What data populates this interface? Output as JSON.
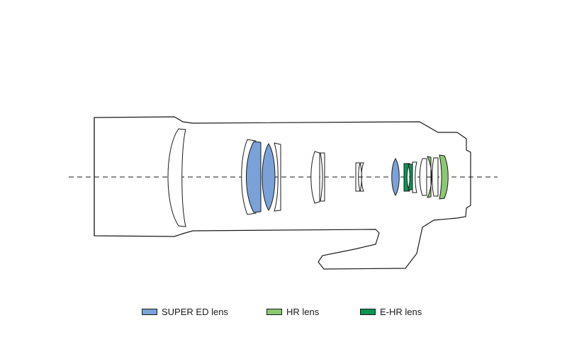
{
  "colors": {
    "super_ed": "#7aa2d8",
    "hr": "#8cc873",
    "e_hr": "#0a9452",
    "plain": "#ffffff",
    "outline": "#1a1a1a"
  },
  "legend": [
    {
      "label": "SUPER ED lens",
      "color": "#7aa2d8"
    },
    {
      "label": "HR lens",
      "color": "#8cc873"
    },
    {
      "label": "E-HR lens",
      "color": "#0a9452"
    }
  ]
}
